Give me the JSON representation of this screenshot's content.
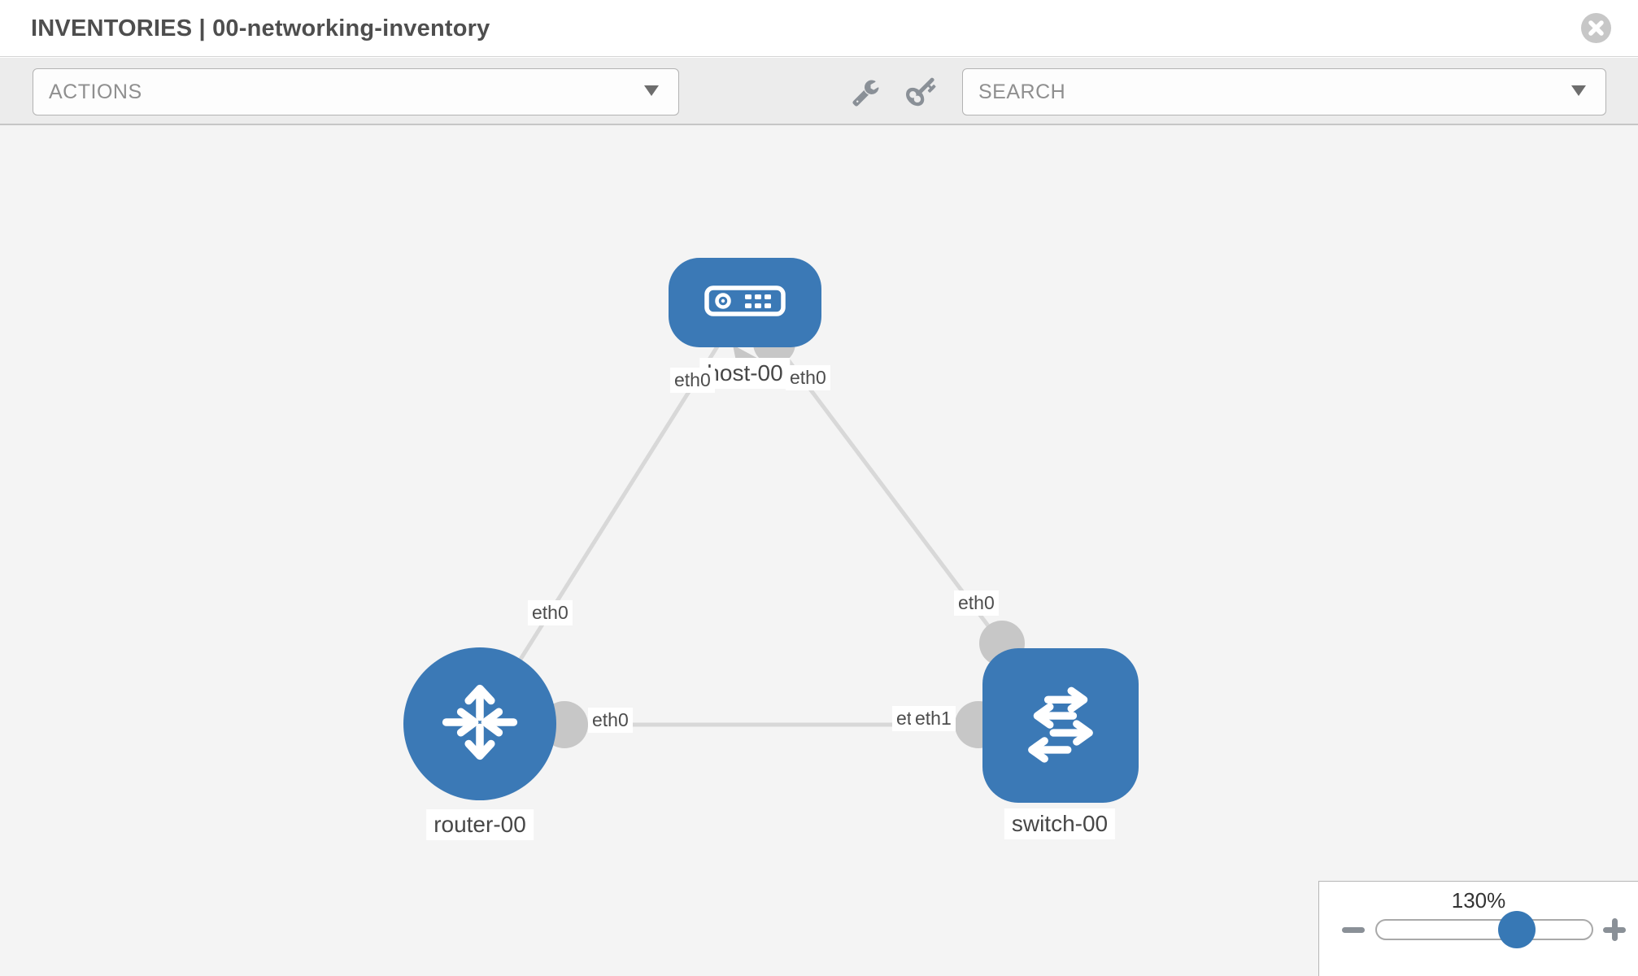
{
  "header": {
    "title": "INVENTORIES | 00-networking-inventory"
  },
  "toolbar": {
    "actions": {
      "label": "ACTIONS"
    },
    "search": {
      "label": "SEARCH"
    },
    "tool_icons": [
      "wrench",
      "key"
    ]
  },
  "diagram": {
    "nodes": [
      {
        "label": "host-00",
        "type": "host",
        "shape": "rounded-rect",
        "color": "#3b79b6"
      },
      {
        "label": "router-00",
        "type": "router",
        "shape": "circle",
        "color": "#3b79b6"
      },
      {
        "label": "switch-00",
        "type": "switch",
        "shape": "rounded-square",
        "color": "#3b79b6"
      }
    ],
    "links": [
      {
        "from": "host-00",
        "from_if": "eth0",
        "to": "router-00",
        "to_if": "eth0"
      },
      {
        "from": "host-00",
        "from_if": "eth0",
        "to": "switch-00",
        "to_if": "eth0"
      },
      {
        "from": "router-00",
        "from_if": "eth0",
        "to": "switch-00",
        "to_if": "eth1",
        "partially_hidden_label": "eth0"
      }
    ]
  },
  "zoom_control": {
    "level": "130%",
    "percent": 130
  },
  "colors": {
    "node_blue": "#3b79b6",
    "link_gray": "#d8d8d8",
    "port_gray": "#c7c7c7",
    "canvas_bg": "#f4f4f4",
    "toolbar_bg": "#ececec",
    "title_text": "#4e4e4e",
    "muted_text": "#8f8f8f",
    "icon_gray": "#8a9097",
    "thumb_blue": "#3778b5"
  }
}
